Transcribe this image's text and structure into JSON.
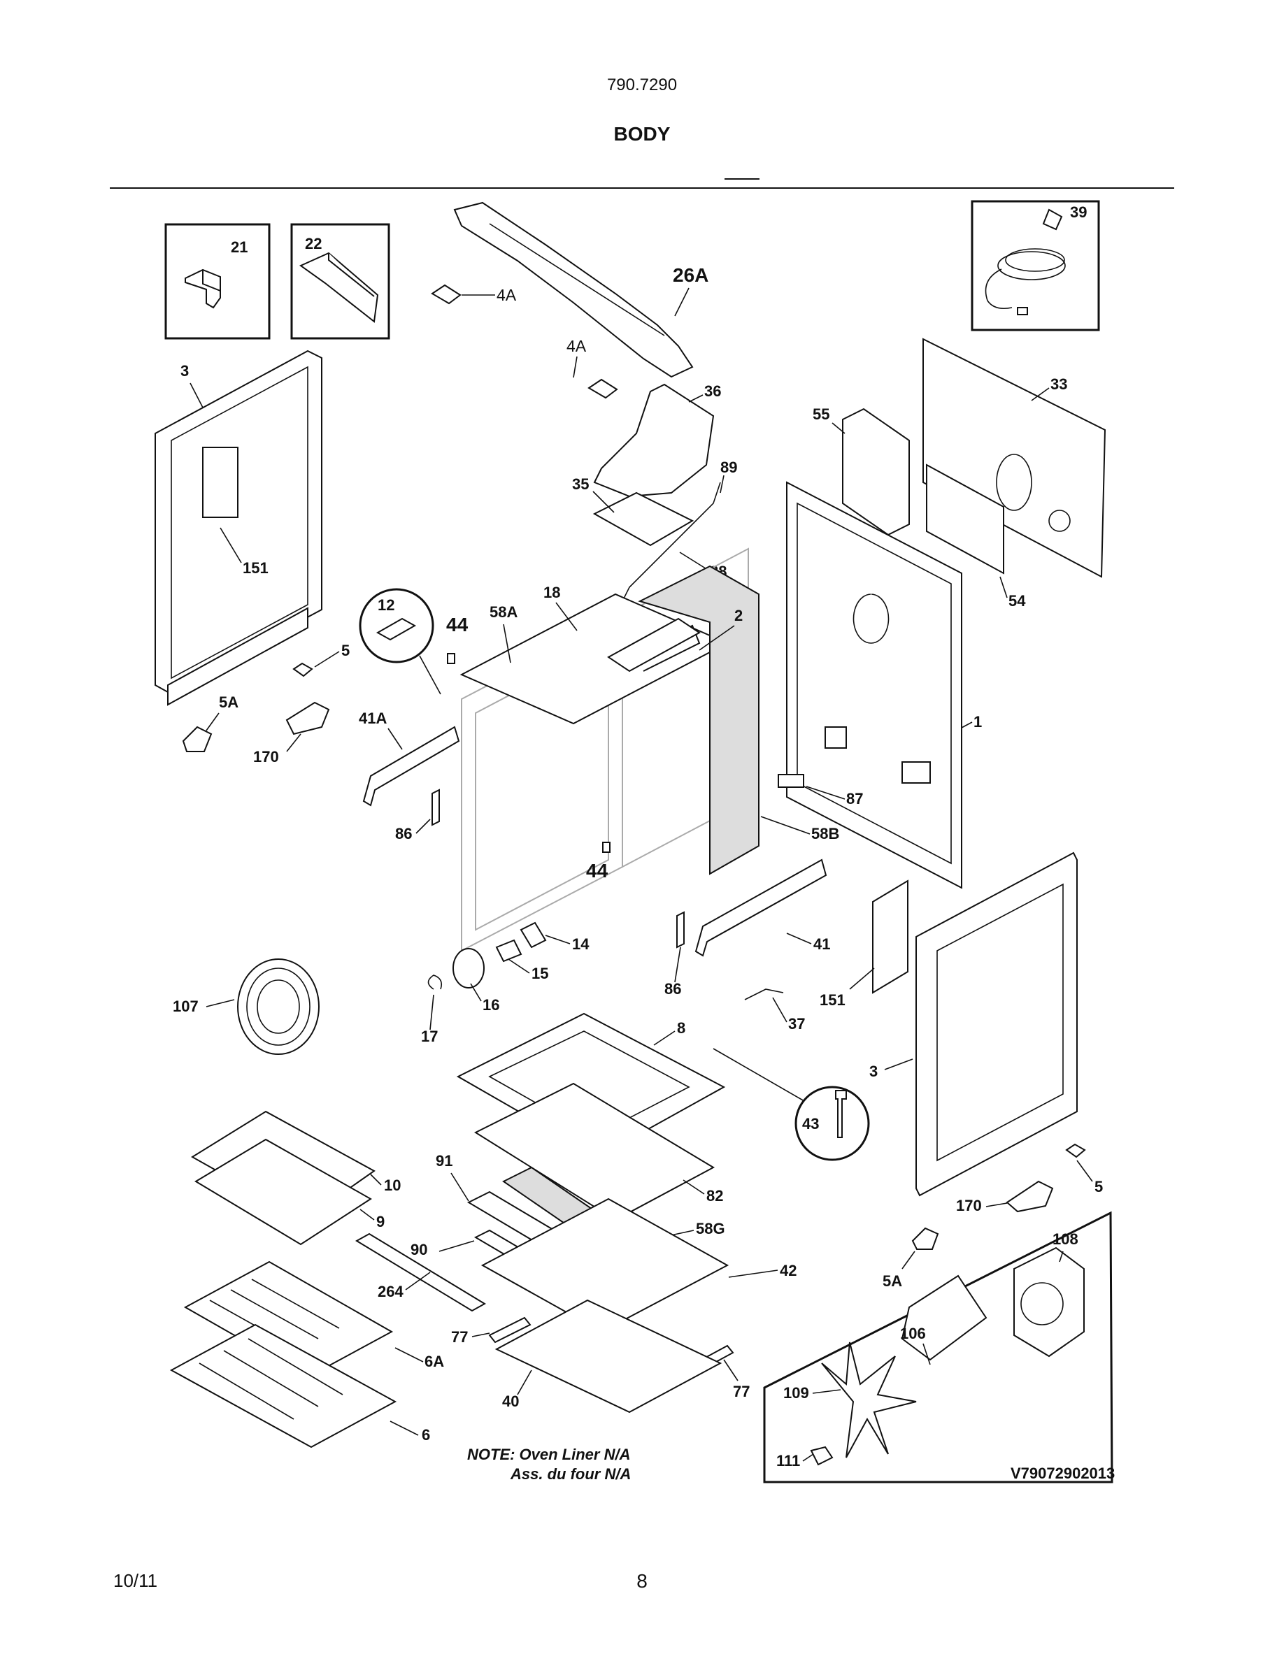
{
  "header": {
    "model": "790.7290",
    "title": "BODY"
  },
  "footer": {
    "date": "10/11",
    "page": "8"
  },
  "note": {
    "line1": "NOTE: Oven Liner N/A",
    "line2": "Ass. du four N/A"
  },
  "diagram_code": "V79072902013",
  "labels": {
    "p21": "21",
    "p22": "22",
    "p26a": "26A",
    "p4a_1": "4A",
    "p4a_2": "4A",
    "p39": "39",
    "p3_left": "3",
    "p36": "36",
    "p33": "33",
    "p55": "55",
    "p89": "89",
    "p35": "35",
    "p151_left": "151",
    "p88": "88",
    "p54": "54",
    "p12": "12",
    "p44_top": "44",
    "p58a": "58A",
    "p18": "18",
    "p2": "2",
    "p5_left": "5",
    "p5a_left": "5A",
    "p41a": "41A",
    "p1": "1",
    "p170_left": "170",
    "p87": "87",
    "p86_left": "86",
    "p58b": "58B",
    "p44_mid": "44",
    "p14": "14",
    "p41": "41",
    "p15": "15",
    "p107": "107",
    "p86_right": "86",
    "p151_right": "151",
    "p16": "16",
    "p37": "37",
    "p17": "17",
    "p8": "8",
    "p3_right": "3",
    "p43": "43",
    "p91": "91",
    "p10": "10",
    "p82": "82",
    "p9": "9",
    "p5_right": "5",
    "p170_right": "170",
    "p58g": "58G",
    "p108": "108",
    "p90": "90",
    "p42": "42",
    "p5a_right": "5A",
    "p264": "264",
    "p106": "106",
    "p77_left": "77",
    "p6a": "6A",
    "p77_right": "77",
    "p40": "40",
    "p109": "109",
    "p6": "6",
    "p111": "111"
  },
  "icons": [
    "oven-body-icon",
    "fan-motor-icon",
    "broil-pan-icon",
    "oven-rack-icon",
    "power-cord-icon"
  ]
}
